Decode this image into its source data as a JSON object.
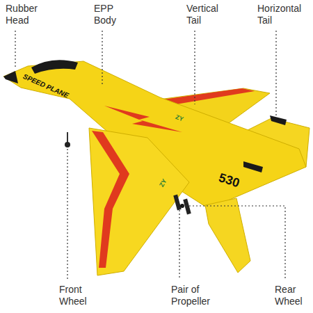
{
  "diagram": {
    "labels": [
      "Rubber Head",
      "EPP Body",
      "Vertical Tail",
      "Horizontal Tail",
      "Front Wheel",
      "Pair of Propeller",
      "Rear Wheel",
      "SPEED PLANE",
      "530",
      "ZY",
      "ZY"
    ]
  }
}
